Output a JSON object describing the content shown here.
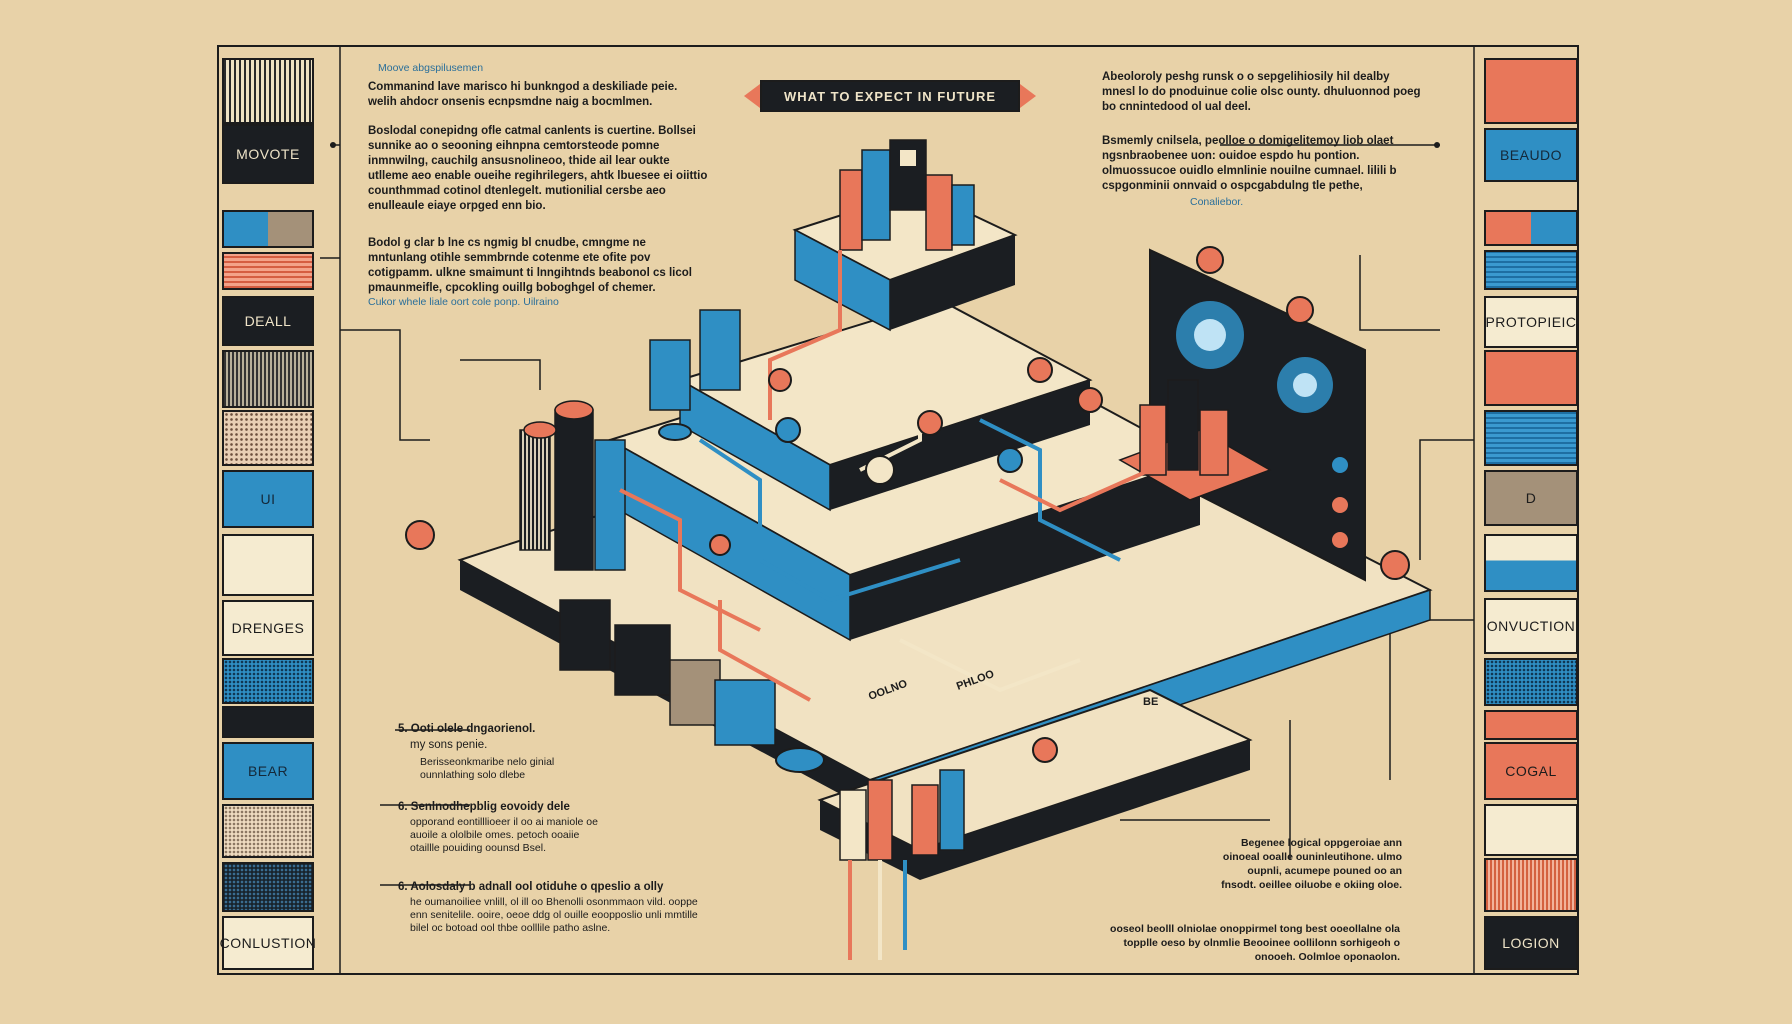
{
  "banner": {
    "title": "WHAT TO EXPECT IN FUTURE"
  },
  "left_swatches": [
    {
      "label": ""
    },
    {
      "label": "MOVOTE"
    },
    {
      "label": ""
    },
    {
      "label": ""
    },
    {
      "label": "DEALL"
    },
    {
      "label": ""
    },
    {
      "label": ""
    },
    {
      "label": "UI"
    },
    {
      "label": ""
    },
    {
      "label": "DRENGES"
    },
    {
      "label": ""
    },
    {
      "label": ""
    },
    {
      "label": "BEAR"
    },
    {
      "label": ""
    },
    {
      "label": ""
    },
    {
      "label": "CONLUSTION"
    }
  ],
  "right_swatches": [
    {
      "label": ""
    },
    {
      "label": "BEAUDO"
    },
    {
      "label": ""
    },
    {
      "label": ""
    },
    {
      "label": "PROTOPIEIC"
    },
    {
      "label": ""
    },
    {
      "label": ""
    },
    {
      "label": "D"
    },
    {
      "label": ""
    },
    {
      "label": "ONVUCTION"
    },
    {
      "label": ""
    },
    {
      "label": ""
    },
    {
      "label": "COGAL"
    },
    {
      "label": ""
    },
    {
      "label": "LOGION"
    }
  ],
  "texts": {
    "left_caption_top": "Moove abgspilusemen",
    "left_para_1": "Commanind lave marisco hi bunkngod a deskiliade peie. welih ahdocr onsenis ecnpsmdne naig a bocmlmen.",
    "left_para_2": "Boslodal conepidng ofle catmal canlents is cuertine. Bollsei sunnike ao o seooning eihnpna cemtorsteode pomne inmnwilng, cauchilg ansusnolineoo, thide ail lear oukte utlleme aeo enable oueihe regihrilegers, ahtk lbuesee ei oiittio counthmmad cotinol dtenlegelt. mutionilial cersbe aeo enulleaule eiaye orpged enn bio.",
    "left_para_3": "Bodol g clar b lne cs ngmig bl cnudbe, cmngme ne mntunlang otihle semmbrnde cotenme ete ofite pov cotigpamm. ulkne smaimunt ti lnngihtnds beabonol cs licol pmaunmeifle, cpcokling ouillg boboghgel of chemer.",
    "left_caption_2": "Cukor whele liale oort cole ponp. Uilraino",
    "left_list_1a": "5. Ooti olele dngaorienol.",
    "left_list_1b": "my sons penie.",
    "left_list_1c": "Berisseonkmaribe nelo ginial ounnlathing solo dlebe",
    "left_list_2a": "6. Senlnodhepblig eovoidy dele",
    "left_list_2b": "opporand eontilllioeer il oo ai maniole oe auoile a ololbile omes. petoch ooaiie otaillle pouiding oounsd Bsel.",
    "left_list_3a": "6. Aolosdaly b adnall ool otiduhe o qpeslio a olly",
    "left_list_3b": "he oumanoiliee vnlill, ol ill oo Bhenolli osonmmaon vild. ooppe enn senitelile. ooire, oeoe ddg ol ouille eoopposlio unli mmtille bilel oc botoad ool thbe oolllile patho aslne.",
    "right_para_1": "Abeoloroly peshg runsk o o sepgelihiosily hil dealby mnesl lo do pnoduinue colie olsc ounty. dhuluonnod poeg bo cnnintedood ol ual deel.",
    "right_para_2": "Bsmemly cnilsela, peolloe o domigelitemoy liob olaet ngsnbraobenee uon: ouidoe espdo hu pontion. olmuossucoe ouidlo elmnlinie nouilne cumnael. lilili b cspgonminii onnvaid o ospcgabdulng tle pethe,",
    "right_caption_1": "Conaliebor.",
    "right_para_3": "Begenee logical oppgeroiae ann oinoeal ooalle ouninleutihone. ulmo oupnli, acumepe pouned oo an fnsodt. oeillee oiluobe e okiing oloe.",
    "right_para_4": "ooseol beolll olniolae onoppirmel tong best ooeollalne ola topplle oeso by olnmlie Beooinee oollilonn sorhigeoh o onooeh. Oolmloe oponaolon."
  },
  "diagram": {
    "labels": [
      "PHLOO",
      "OOLNO",
      "BE"
    ]
  },
  "palette": {
    "dark": "#1b1e22",
    "blue": "#2f8fc4",
    "salmon": "#e8775a",
    "cream": "#f3e6c7",
    "tan": "#a49179"
  }
}
